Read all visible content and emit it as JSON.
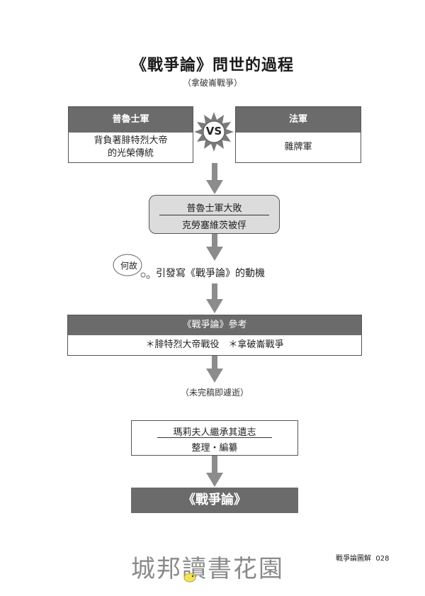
{
  "page": {
    "title": "《戰爭論》問世的過程",
    "subtitle": "（拿破崙戰爭）"
  },
  "prussia": {
    "head": "普魯士軍",
    "body_line1": "背負著腓特烈大帝",
    "body_line2": "的光榮傳統"
  },
  "vs_label": "VS",
  "france": {
    "head": "法軍",
    "body": "雜牌軍"
  },
  "defeat": {
    "line1": "普魯士軍大敗",
    "line2": "克勞塞維茨被俘"
  },
  "reason": {
    "bubble": "何故",
    "text": "引發寫《戰爭論》的動機"
  },
  "reference": {
    "head": "《戰爭論》參考",
    "body": "＊腓特烈大帝戰役　＊拿破崙戰爭"
  },
  "unfinished": "（未完稿即遽逝）",
  "marie": {
    "line1": "瑪莉夫人繼承其遺志",
    "line2": "整理・編纂"
  },
  "final": "《戰爭論》",
  "footer": {
    "brand_left": "城邦",
    "brand_right": "讀書花園",
    "book": "戰爭論圖解",
    "page_number": "028"
  },
  "colors": {
    "header_gray": "#6b6b6b",
    "arrow_gray": "#8c8c8c",
    "rounded_fill": "#dcdcdc",
    "final_fill": "#6b6b6b"
  }
}
